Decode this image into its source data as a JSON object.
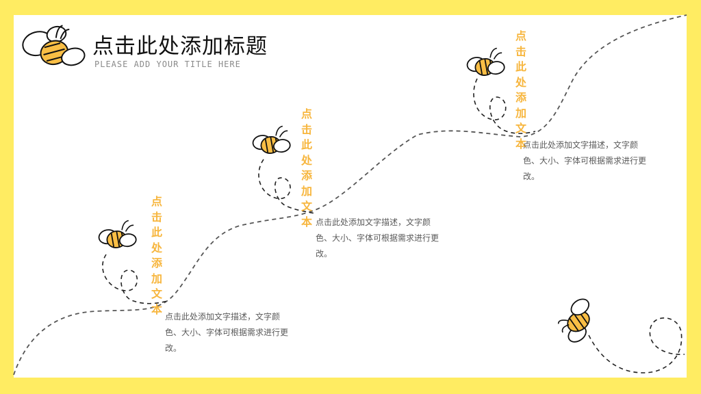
{
  "header": {
    "title": "点击此处添加标题",
    "subtitle": "PLEASE ADD YOUR TITLE HERE"
  },
  "steps": [
    {
      "label": "点击此处添加文本",
      "description": "点击此处添加文字描述，文字颜色、大小、字体可根据需求进行更改。"
    },
    {
      "label": "点击此处添加文本",
      "description": "点击此处添加文字描述，文字颜色、大小、字体可根据需求进行更改。"
    },
    {
      "label": "点击此处添加文本",
      "description": "点击此处添加文字描述，文字颜色、大小、字体可根据需求进行更改。"
    }
  ],
  "colors": {
    "frame": "#FFEC62",
    "accent": "#F7B63E",
    "bee_stripe": "#F9BE45",
    "path": "#555555"
  }
}
